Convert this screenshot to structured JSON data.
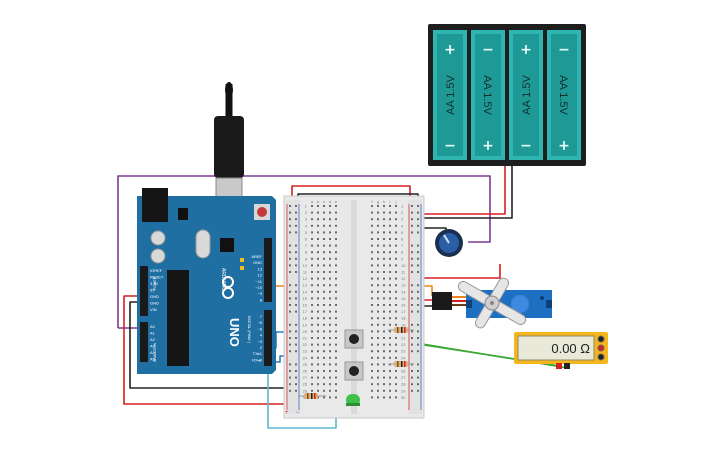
{
  "battery": {
    "cells": [
      {
        "label": "AA 1.5V",
        "top_sign": "+",
        "bottom_sign": "−"
      },
      {
        "label": "AA 1.5V",
        "top_sign": "−",
        "bottom_sign": "+"
      },
      {
        "label": "AA 1.5V",
        "top_sign": "+",
        "bottom_sign": "−"
      },
      {
        "label": "AA 1.5V",
        "top_sign": "−",
        "bottom_sign": "+"
      }
    ]
  },
  "arduino": {
    "logo": "ARDUINO",
    "model": "UNO",
    "power_label": "POWER",
    "analog_label": "ANALOG IN",
    "digital_label": "DIGITAL (PWM~)",
    "power_pins": [
      "IOREF",
      "RESET",
      "3.3V",
      "5V",
      "GND",
      "GND",
      "VIN"
    ],
    "analog_pins": [
      "A0",
      "A1",
      "A2",
      "A3",
      "A4",
      "A5"
    ],
    "top_pins": [
      "AREF",
      "GND",
      "13",
      "12",
      "~11",
      "~10",
      "~9",
      "8"
    ],
    "side_pins": [
      "7",
      "~6",
      "~5",
      "4",
      "~3",
      "2",
      "TX▸1",
      "RX◂0"
    ]
  },
  "breadboard": {
    "columns_left": [
      "a",
      "b",
      "c",
      "d",
      "e"
    ],
    "columns_right": [
      "f",
      "g",
      "h",
      "i",
      "j"
    ],
    "rail_plus": "+",
    "rail_minus": "−"
  },
  "multimeter": {
    "reading": "0.00 Ω"
  },
  "colors": {
    "wire_red": "#d32020",
    "wire_black": "#222222",
    "wire_purple": "#7b3b93",
    "wire_blue": "#2b7bc0",
    "wire_lightblue": "#5fb8cf",
    "wire_orange": "#e8871e",
    "wire_green": "#3aa832",
    "arduino_blue": "#1f6fa3",
    "battery_teal": "#2eb5b1",
    "servo_blue": "#1d6fc2",
    "meter_yellow": "#f5b51c"
  }
}
